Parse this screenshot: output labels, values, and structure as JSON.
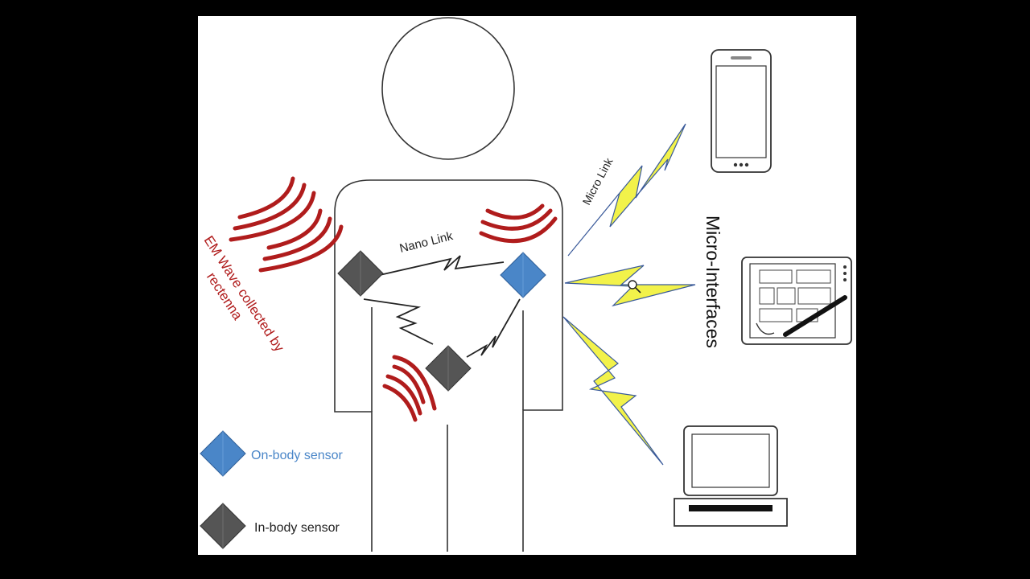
{
  "labels": {
    "nano_link": "Nano Link",
    "micro_link": "Micro Link",
    "micro_interfaces": "Micro-Interfaces",
    "em_wave_line1": "EM Wave collected by",
    "em_wave_line2": "rectenna"
  },
  "legend": {
    "on_body": "On-body sensor",
    "in_body": "In-body sensor"
  },
  "colors": {
    "on_body_sensor": "#4a86c8",
    "in_body_sensor": "#555555",
    "em_wave": "#b01c1c",
    "lightning": "#f2f24a",
    "outline": "#333333"
  }
}
